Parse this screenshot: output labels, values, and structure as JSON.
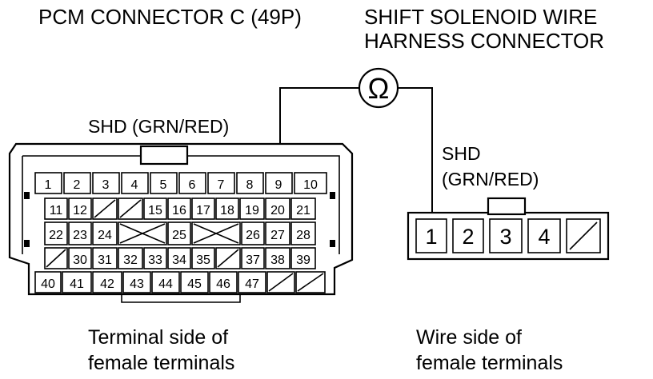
{
  "labels": {
    "pcm_title": "PCM CONNECTOR C (49P)",
    "harness_title_line1": "SHIFT SOLENOID WIRE",
    "harness_title_line2": "HARNESS CONNECTOR",
    "pcm_wire_label": "SHD (GRN/RED)",
    "harness_wire_label_line1": "SHD",
    "harness_wire_label_line2": "(GRN/RED)",
    "ohm_symbol": "Ω",
    "pcm_caption_line1": "Terminal side of",
    "pcm_caption_line2": "female terminals",
    "harness_caption_line1": "Wire side of",
    "harness_caption_line2": "female terminals"
  },
  "pcm_rows": [
    [
      "1",
      "2",
      "3",
      "4",
      "5",
      "6",
      "7",
      "8",
      "9",
      "10"
    ],
    [
      "11",
      "12",
      "",
      "",
      "15",
      "16",
      "17",
      "18",
      "19",
      "20",
      "21"
    ],
    [
      "22",
      "23",
      "24",
      "",
      "25",
      "",
      "26",
      "27",
      "28"
    ],
    [
      "",
      "30",
      "31",
      "32",
      "33",
      "34",
      "35",
      "",
      "37",
      "38",
      "39"
    ],
    [
      "40",
      "41",
      "42",
      "43",
      "44",
      "45",
      "46",
      "47",
      "",
      ""
    ]
  ],
  "harness_terminals": [
    "1",
    "2",
    "3",
    "4",
    ""
  ]
}
